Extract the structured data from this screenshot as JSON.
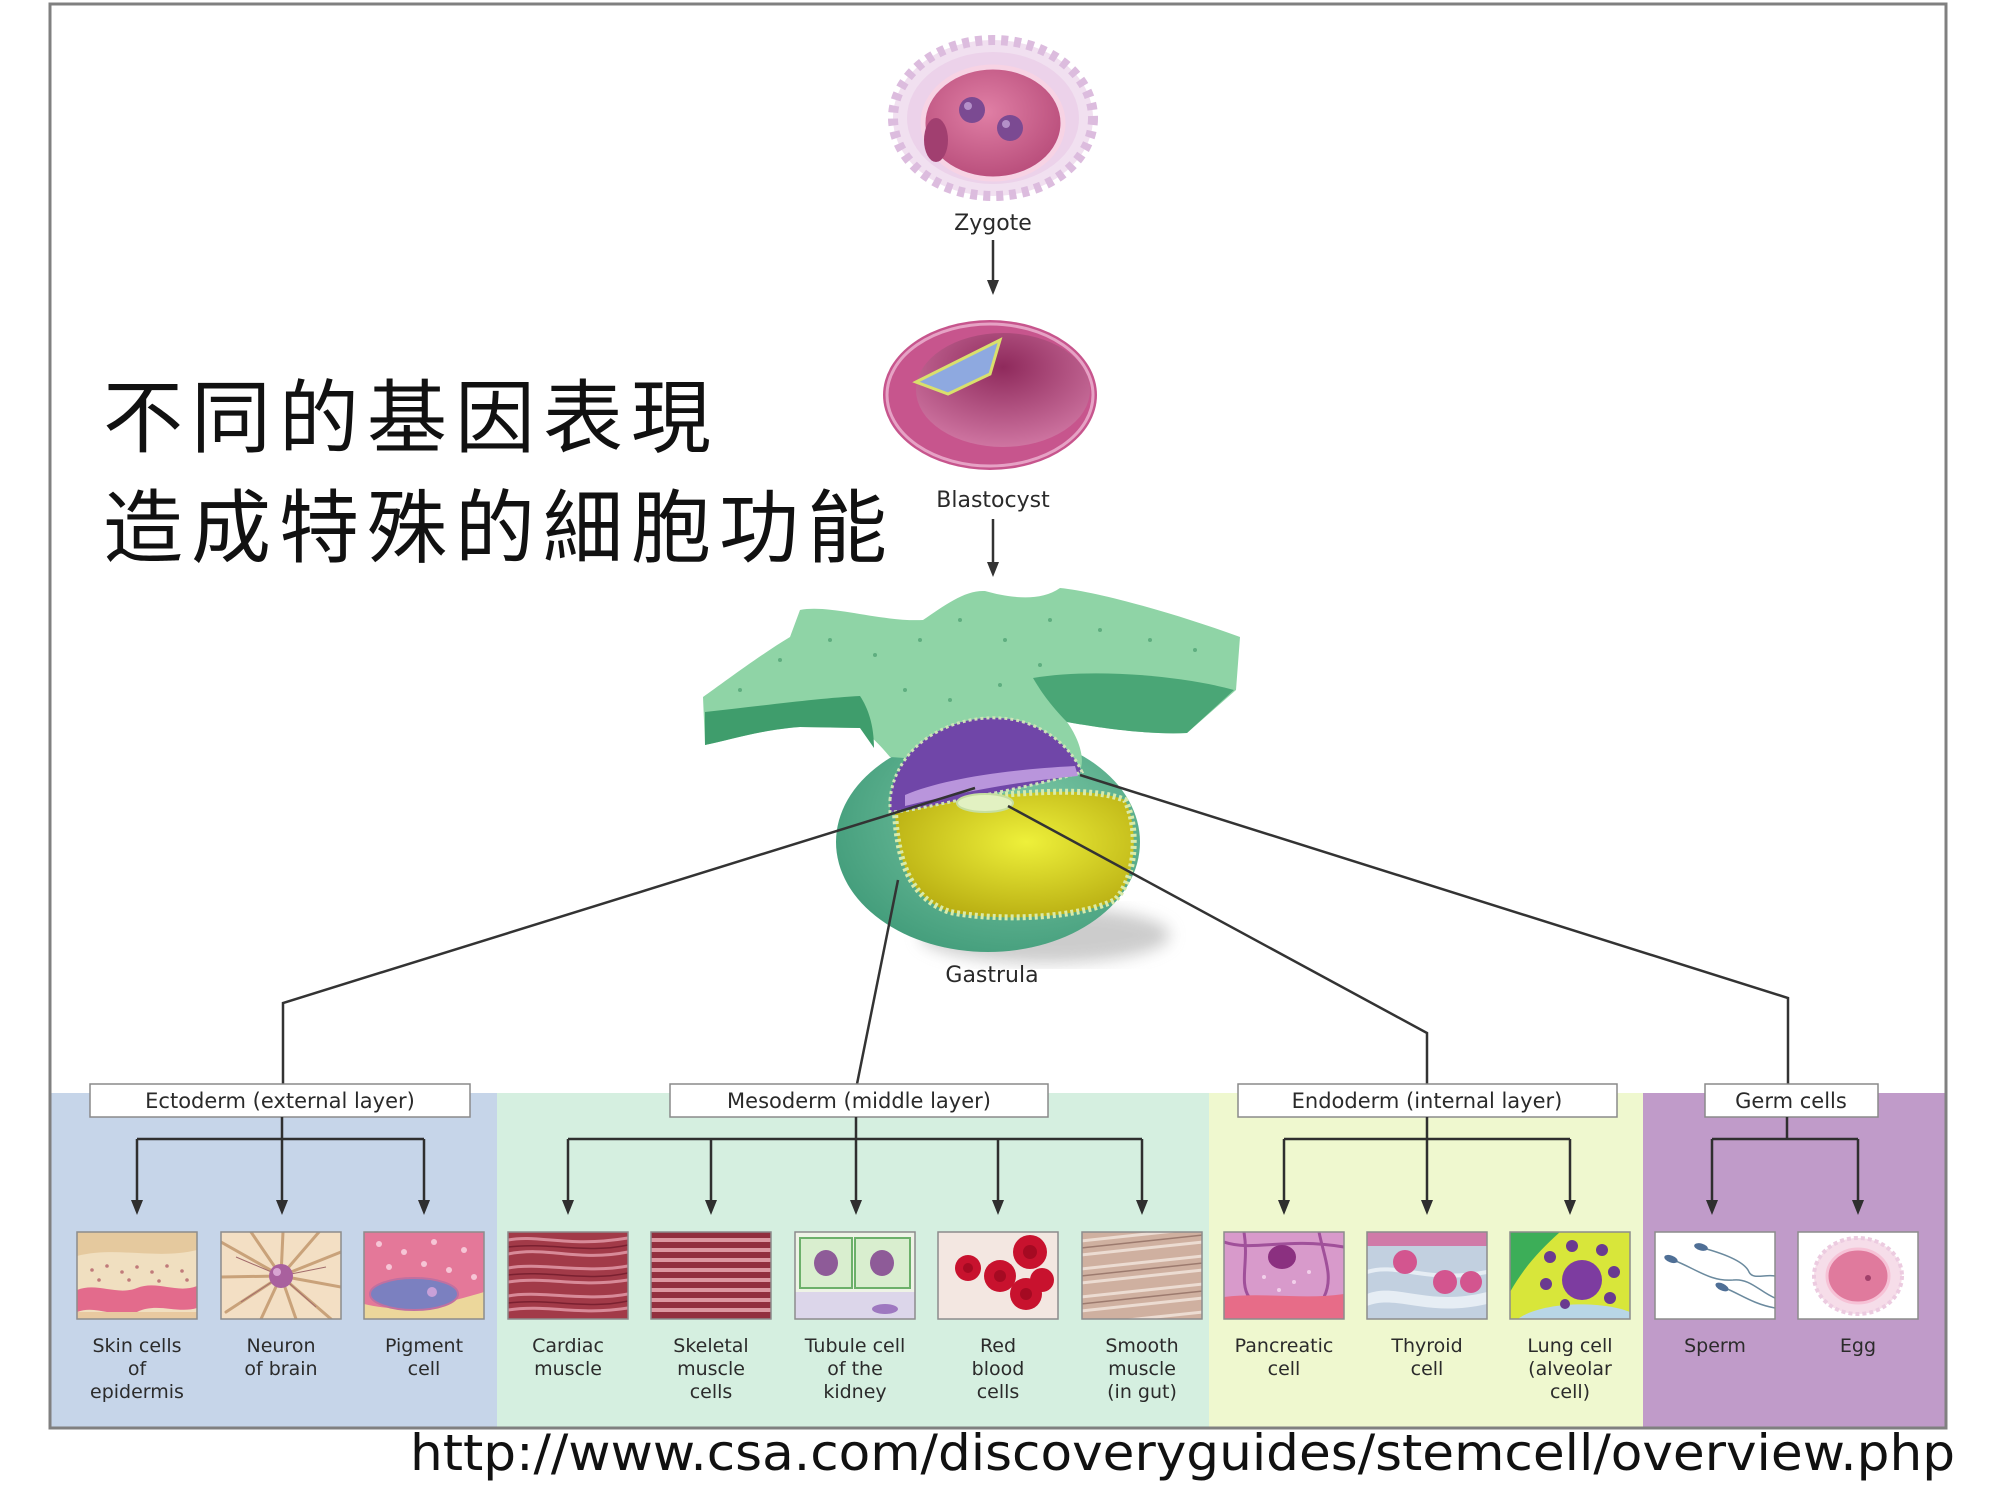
{
  "slide": {
    "title_lines": [
      "不同的基因表現",
      "造成特殊的細胞功能"
    ],
    "source_url": "http://www.csa.com/discoveryguides/stemcell/overview.php"
  },
  "diagram": {
    "stages": [
      {
        "label": "Zygote",
        "image": "zygote-illustration"
      },
      {
        "label": "Blastocyst",
        "image": "blastocyst-illustration"
      },
      {
        "label": "Gastrula",
        "image": "gastrula-illustration"
      }
    ],
    "layers": [
      {
        "label": "Ectoderm (external layer)",
        "panel_color": "#c6d5e9",
        "cells": [
          {
            "label_lines": [
              "Skin cells",
              "of",
              "epidermis"
            ],
            "image": "skin-cells-image"
          },
          {
            "label_lines": [
              "Neuron",
              "of brain"
            ],
            "image": "neuron-image"
          },
          {
            "label_lines": [
              "Pigment",
              "cell"
            ],
            "image": "pigment-cell-image"
          }
        ]
      },
      {
        "label": "Mesoderm (middle layer)",
        "panel_color": "#d5efe0",
        "cells": [
          {
            "label_lines": [
              "Cardiac",
              "muscle"
            ],
            "image": "cardiac-muscle-image"
          },
          {
            "label_lines": [
              "Skeletal",
              "muscle",
              "cells"
            ],
            "image": "skeletal-muscle-image"
          },
          {
            "label_lines": [
              "Tubule cell",
              "of the",
              "kidney"
            ],
            "image": "kidney-tubule-image"
          },
          {
            "label_lines": [
              "Red",
              "blood",
              "cells"
            ],
            "image": "red-blood-cells-image"
          },
          {
            "label_lines": [
              "Smooth",
              "muscle",
              "(in gut)"
            ],
            "image": "smooth-muscle-image"
          }
        ]
      },
      {
        "label": "Endoderm (internal layer)",
        "panel_color": "#eff8cf",
        "cells": [
          {
            "label_lines": [
              "Pancreatic",
              "cell"
            ],
            "image": "pancreatic-cell-image"
          },
          {
            "label_lines": [
              "Thyroid",
              "cell"
            ],
            "image": "thyroid-cell-image"
          },
          {
            "label_lines": [
              "Lung cell",
              "(alveolar",
              "cell)"
            ],
            "image": "lung-cell-image"
          }
        ]
      },
      {
        "label": "Germ cells",
        "panel_color": "#c09bc9",
        "cells": [
          {
            "label_lines": [
              "Sperm"
            ],
            "image": "sperm-image"
          },
          {
            "label_lines": [
              "Egg"
            ],
            "image": "egg-image"
          }
        ]
      }
    ]
  }
}
